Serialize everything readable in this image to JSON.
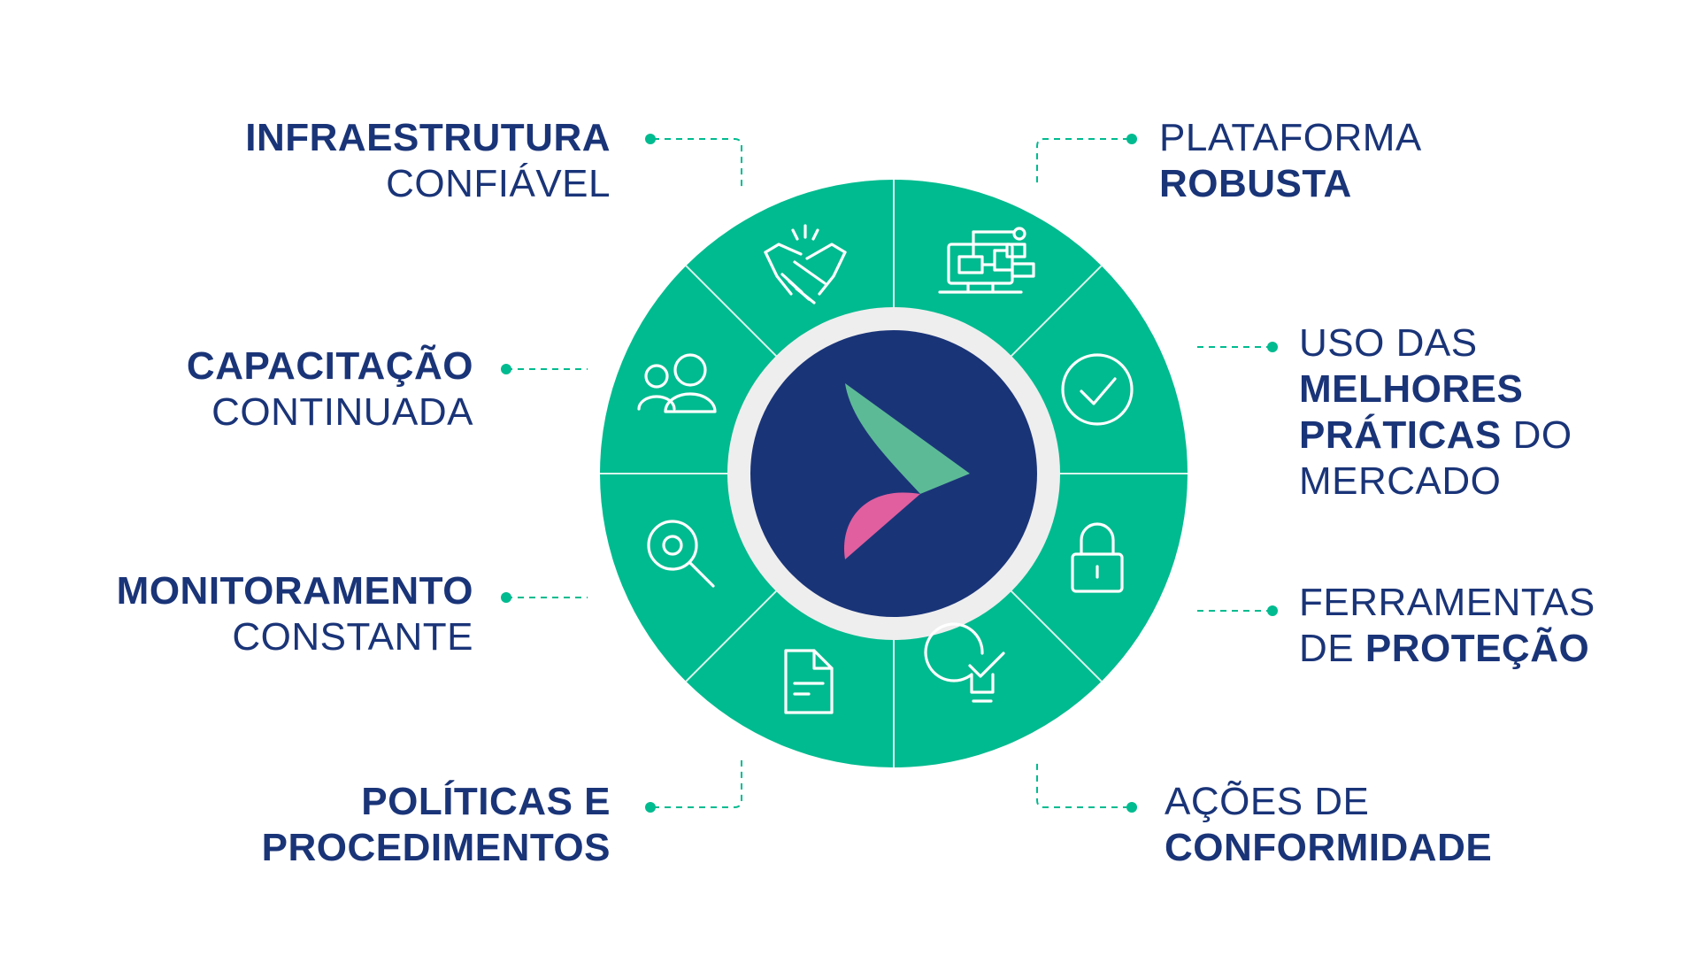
{
  "colors": {
    "navy": "#1a3478",
    "green": "#00bb8f",
    "connector": "#00bb8f",
    "ring_gray": "#eeeeee",
    "logo_green": "#5dba96",
    "logo_pink": "#e15f9f"
  },
  "center_logo": {
    "icon": "play-arrow-logo-icon"
  },
  "segments": [
    {
      "name": "segment-infraestrutura",
      "icon": "handshake-icon"
    },
    {
      "name": "segment-plataforma",
      "icon": "computer-flowchart-icon"
    },
    {
      "name": "segment-melhores-praticas",
      "icon": "check-circle-icon"
    },
    {
      "name": "segment-protecao",
      "icon": "padlock-icon"
    },
    {
      "name": "segment-conformidade",
      "icon": "lightbulb-check-icon"
    },
    {
      "name": "segment-politicas",
      "icon": "document-icon"
    },
    {
      "name": "segment-monitoramento",
      "icon": "magnifier-icon"
    },
    {
      "name": "segment-capacitacao",
      "icon": "users-icon"
    }
  ],
  "labels": {
    "infraestrutura": {
      "l1": "INFRAESTRUTURA",
      "l2": "CONFIÁVEL"
    },
    "capacitacao": {
      "l1": "CAPACITAÇÃO",
      "l2": "CONTINUADA"
    },
    "monitoramento": {
      "l1": "MONITORAMENTO",
      "l2": "CONSTANTE"
    },
    "politicas": {
      "l1": "POLÍTICAS E",
      "l2": "PROCEDIMENTOS"
    },
    "plataforma": {
      "l1": "PLATAFORMA",
      "l2": "ROBUSTA"
    },
    "melhores": {
      "l1": "USO DAS",
      "l2": "MELHORES",
      "l3a": "PRÁTICAS",
      "l3b": " DO",
      "l4": "MERCADO"
    },
    "ferramentas": {
      "l1": "FERRAMENTAS",
      "l2a": "DE ",
      "l2b": "PROTEÇÃO"
    },
    "acoes": {
      "l1": "AÇÕES DE",
      "l2": "CONFORMIDADE"
    }
  }
}
